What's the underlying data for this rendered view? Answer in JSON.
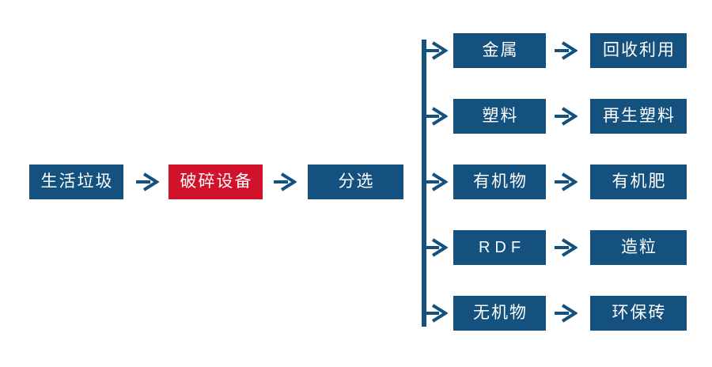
{
  "colors": {
    "node_blue": "#15517F",
    "node_red": "#D2112B",
    "text_white": "#FFFFFF",
    "bg": "#FFFFFF"
  },
  "icons": {
    "right_arrow": "→"
  },
  "flow": {
    "main_chain": [
      {
        "label": "生活垃圾",
        "variant": "blue"
      },
      {
        "label": "破碎设备",
        "variant": "red"
      },
      {
        "label": "分选",
        "variant": "blue"
      }
    ],
    "branches": [
      {
        "category": "金属",
        "result": "回收利用"
      },
      {
        "category": "塑料",
        "result": "再生塑料"
      },
      {
        "category": "有机物",
        "result": "有机肥"
      },
      {
        "category": "RDF",
        "result": "造粒"
      },
      {
        "category": "无机物",
        "result": "环保砖"
      }
    ]
  }
}
